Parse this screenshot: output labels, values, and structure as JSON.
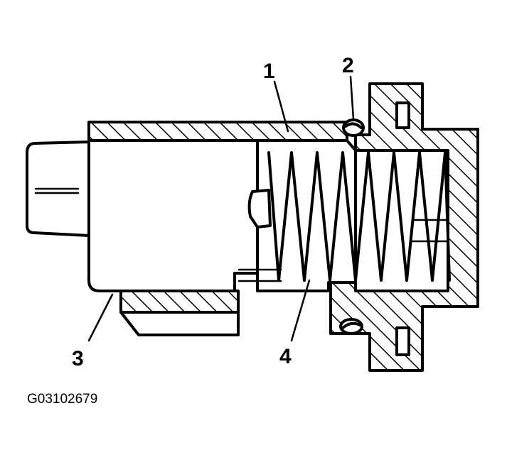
{
  "diagram": {
    "callouts": [
      {
        "id": "callout-1",
        "label": "1"
      },
      {
        "id": "callout-2",
        "label": "2"
      },
      {
        "id": "callout-3",
        "label": "3"
      },
      {
        "id": "callout-4",
        "label": "4"
      }
    ],
    "figure_id": "G03102679"
  }
}
